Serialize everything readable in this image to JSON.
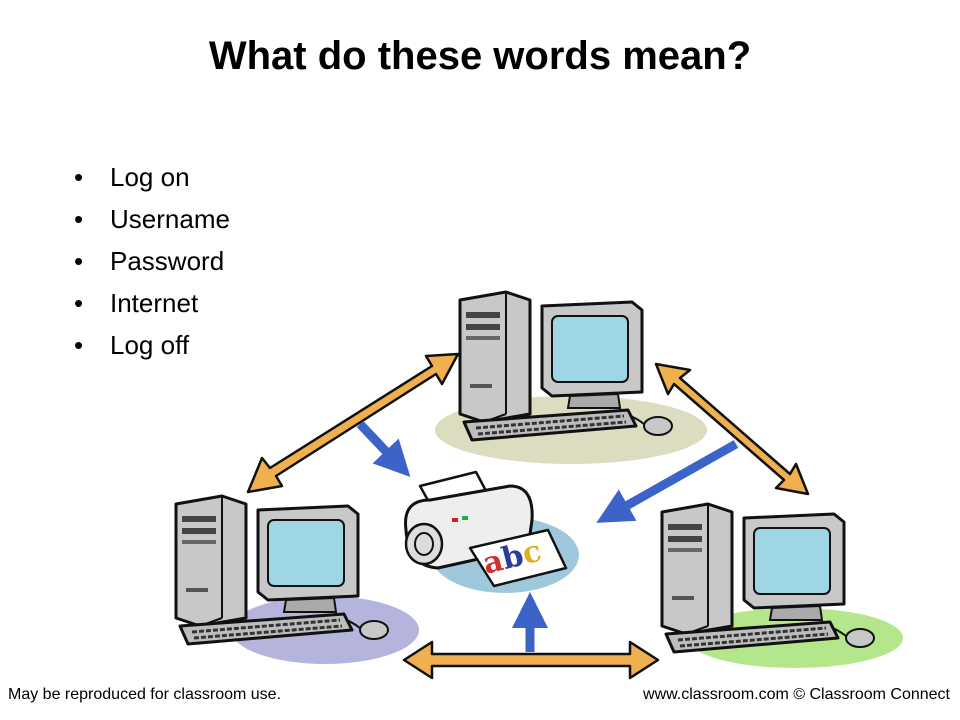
{
  "slide": {
    "title": "What do these words mean?",
    "bullets": [
      "Log on",
      "Username",
      "Password",
      "Internet",
      "Log off"
    ]
  },
  "illustration": {
    "printer_label": "abc",
    "colors": {
      "computer_beige": "#dcdcc0",
      "computer_lavender": "#b4b4dc",
      "computer_green": "#b4e68c",
      "printer_blue": "#a0c8dc",
      "screen": "#9fd6e6",
      "arrow_orange": "#f0b050",
      "arrow_blue": "#3c64c8"
    }
  },
  "footer": {
    "left": "May be reproduced for classroom use.",
    "right": "www.classroom.com © Classroom Connect"
  }
}
